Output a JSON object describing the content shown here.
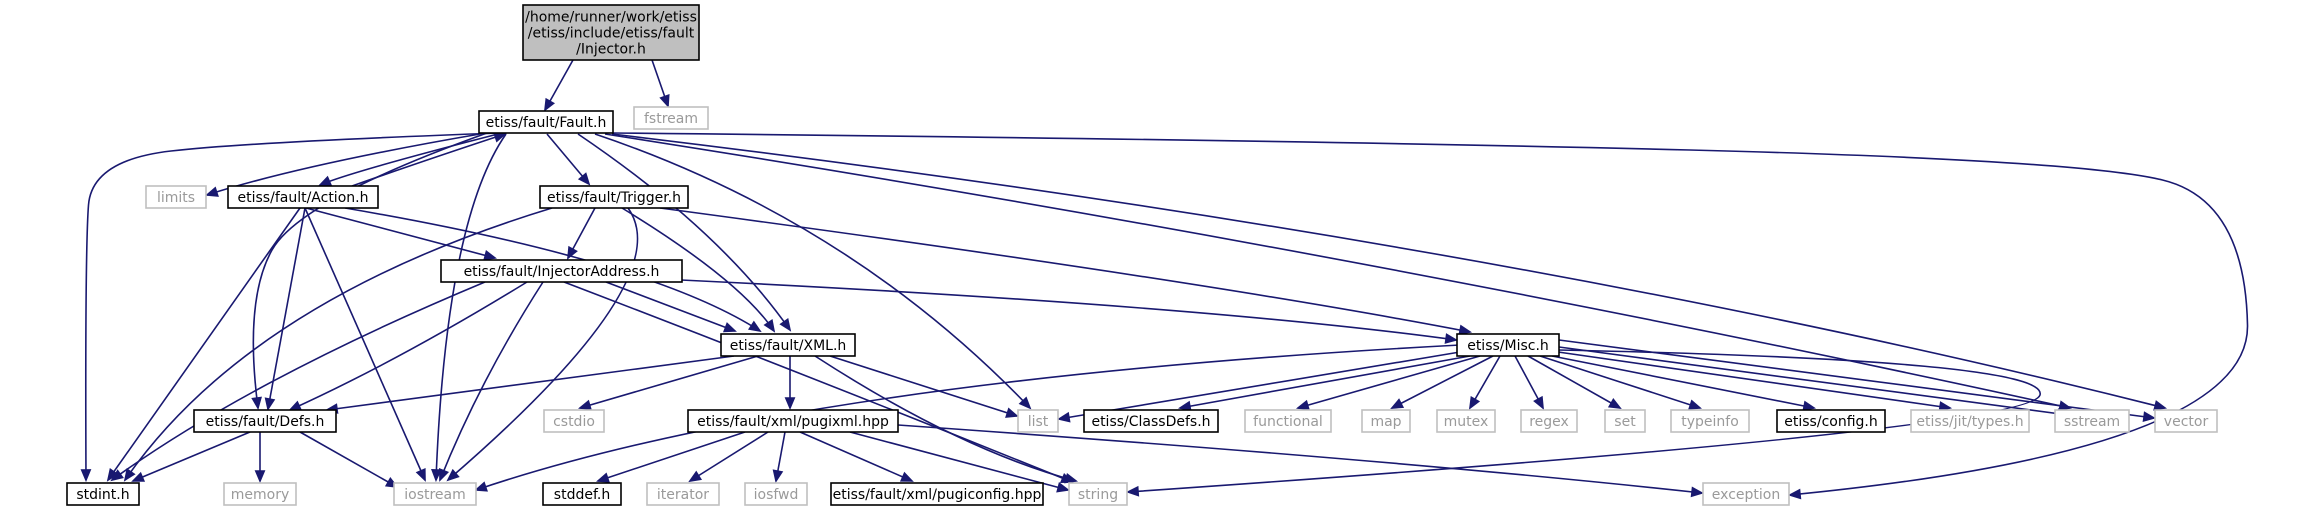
{
  "diagram": {
    "colors": {
      "edge": "#191970",
      "root_fill": "#bfbfbf",
      "defined_border": "#000000",
      "external_border": "#bfbfbf",
      "external_text": "#9a9a9a"
    },
    "nodes": [
      {
        "id": "root",
        "kind": "root",
        "lines": [
          "/home/runner/work/etiss",
          "/etiss/include/etiss/fault",
          "/Injector.h"
        ]
      },
      {
        "id": "fstream",
        "kind": "external",
        "lines": [
          "fstream"
        ]
      },
      {
        "id": "fault",
        "kind": "defined",
        "lines": [
          "etiss/fault/Fault.h"
        ]
      },
      {
        "id": "limits",
        "kind": "external",
        "lines": [
          "limits"
        ]
      },
      {
        "id": "action",
        "kind": "defined",
        "lines": [
          "etiss/fault/Action.h"
        ]
      },
      {
        "id": "trigger",
        "kind": "defined",
        "lines": [
          "etiss/fault/Trigger.h"
        ]
      },
      {
        "id": "injaddr",
        "kind": "defined",
        "lines": [
          "etiss/fault/InjectorAddress.h"
        ]
      },
      {
        "id": "xml",
        "kind": "defined",
        "lines": [
          "etiss/fault/XML.h"
        ]
      },
      {
        "id": "misc",
        "kind": "defined",
        "lines": [
          "etiss/Misc.h"
        ]
      },
      {
        "id": "defs",
        "kind": "defined",
        "lines": [
          "etiss/fault/Defs.h"
        ]
      },
      {
        "id": "cstdio",
        "kind": "external",
        "lines": [
          "cstdio"
        ]
      },
      {
        "id": "pugixml",
        "kind": "defined",
        "lines": [
          "etiss/fault/xml/pugixml.hpp"
        ]
      },
      {
        "id": "list",
        "kind": "external",
        "lines": [
          "list"
        ]
      },
      {
        "id": "classdefs",
        "kind": "defined",
        "lines": [
          "etiss/ClassDefs.h"
        ]
      },
      {
        "id": "functional",
        "kind": "external",
        "lines": [
          "functional"
        ]
      },
      {
        "id": "map",
        "kind": "external",
        "lines": [
          "map"
        ]
      },
      {
        "id": "mutex",
        "kind": "external",
        "lines": [
          "mutex"
        ]
      },
      {
        "id": "regex",
        "kind": "external",
        "lines": [
          "regex"
        ]
      },
      {
        "id": "set",
        "kind": "external",
        "lines": [
          "set"
        ]
      },
      {
        "id": "typeinfo",
        "kind": "external",
        "lines": [
          "typeinfo"
        ]
      },
      {
        "id": "config",
        "kind": "defined",
        "lines": [
          "etiss/config.h"
        ]
      },
      {
        "id": "jittypes",
        "kind": "external",
        "lines": [
          "etiss/jit/types.h"
        ]
      },
      {
        "id": "sstream",
        "kind": "external",
        "lines": [
          "sstream"
        ]
      },
      {
        "id": "vector",
        "kind": "external",
        "lines": [
          "vector"
        ]
      },
      {
        "id": "stdint",
        "kind": "defined",
        "lines": [
          "stdint.h"
        ]
      },
      {
        "id": "memory",
        "kind": "external",
        "lines": [
          "memory"
        ]
      },
      {
        "id": "iostream",
        "kind": "external",
        "lines": [
          "iostream"
        ]
      },
      {
        "id": "stddef",
        "kind": "defined",
        "lines": [
          "stddef.h"
        ]
      },
      {
        "id": "iterator",
        "kind": "external",
        "lines": [
          "iterator"
        ]
      },
      {
        "id": "iosfwd",
        "kind": "external",
        "lines": [
          "iosfwd"
        ]
      },
      {
        "id": "pugiconfig",
        "kind": "defined",
        "lines": [
          "etiss/fault/xml/pugiconfig.hpp"
        ]
      },
      {
        "id": "string",
        "kind": "external",
        "lines": [
          "string"
        ]
      },
      {
        "id": "exception",
        "kind": "external",
        "lines": [
          "exception"
        ]
      }
    ],
    "edges": [
      {
        "from": "root",
        "to": "fault"
      },
      {
        "from": "root",
        "to": "fstream"
      },
      {
        "from": "fault",
        "to": "stdint"
      },
      {
        "from": "fault",
        "to": "limits"
      },
      {
        "from": "fault",
        "to": "action"
      },
      {
        "from": "fault",
        "to": "defs"
      },
      {
        "from": "fault",
        "to": "iostream"
      },
      {
        "from": "fault",
        "to": "trigger"
      },
      {
        "from": "fault",
        "to": "xml"
      },
      {
        "from": "fault",
        "to": "list"
      },
      {
        "from": "fault",
        "to": "sstream"
      },
      {
        "from": "fault",
        "to": "vector"
      },
      {
        "from": "fault",
        "to": "exception"
      },
      {
        "from": "action",
        "to": "fault"
      },
      {
        "from": "action",
        "to": "injaddr"
      },
      {
        "from": "action",
        "to": "xml"
      },
      {
        "from": "action",
        "to": "defs"
      },
      {
        "from": "action",
        "to": "stdint"
      },
      {
        "from": "action",
        "to": "iostream"
      },
      {
        "from": "trigger",
        "to": "injaddr"
      },
      {
        "from": "trigger",
        "to": "xml"
      },
      {
        "from": "trigger",
        "to": "misc"
      },
      {
        "from": "trigger",
        "to": "stdint"
      },
      {
        "from": "trigger",
        "to": "iostream"
      },
      {
        "from": "injaddr",
        "to": "xml"
      },
      {
        "from": "injaddr",
        "to": "misc"
      },
      {
        "from": "injaddr",
        "to": "defs"
      },
      {
        "from": "injaddr",
        "to": "stdint"
      },
      {
        "from": "injaddr",
        "to": "iostream"
      },
      {
        "from": "injaddr",
        "to": "string"
      },
      {
        "from": "xml",
        "to": "defs"
      },
      {
        "from": "xml",
        "to": "cstdio"
      },
      {
        "from": "xml",
        "to": "pugixml"
      },
      {
        "from": "xml",
        "to": "list"
      },
      {
        "from": "xml",
        "to": "string"
      },
      {
        "from": "defs",
        "to": "stdint"
      },
      {
        "from": "defs",
        "to": "memory"
      },
      {
        "from": "defs",
        "to": "iostream"
      },
      {
        "from": "pugixml",
        "to": "stddef"
      },
      {
        "from": "pugixml",
        "to": "iterator"
      },
      {
        "from": "pugixml",
        "to": "iosfwd"
      },
      {
        "from": "pugixml",
        "to": "pugiconfig"
      },
      {
        "from": "pugixml",
        "to": "string"
      },
      {
        "from": "pugixml",
        "to": "exception"
      },
      {
        "from": "misc",
        "to": "iostream"
      },
      {
        "from": "misc",
        "to": "list"
      },
      {
        "from": "misc",
        "to": "classdefs"
      },
      {
        "from": "misc",
        "to": "functional"
      },
      {
        "from": "misc",
        "to": "map"
      },
      {
        "from": "misc",
        "to": "mutex"
      },
      {
        "from": "misc",
        "to": "regex"
      },
      {
        "from": "misc",
        "to": "set"
      },
      {
        "from": "misc",
        "to": "typeinfo"
      },
      {
        "from": "misc",
        "to": "config"
      },
      {
        "from": "misc",
        "to": "jittypes"
      },
      {
        "from": "misc",
        "to": "sstream"
      },
      {
        "from": "misc",
        "to": "vector"
      },
      {
        "from": "misc",
        "to": "string"
      }
    ]
  }
}
